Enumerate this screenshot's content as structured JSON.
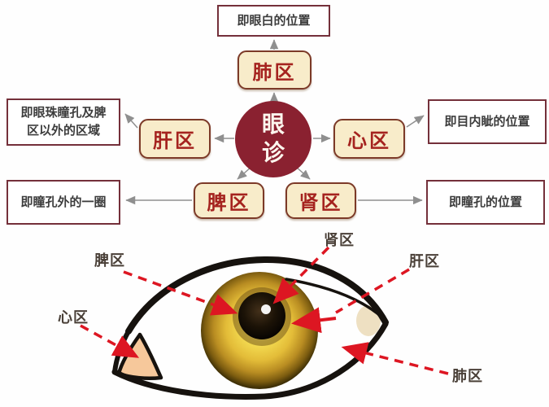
{
  "diagram": {
    "center_label": "眼诊",
    "lung": {
      "label": "肺区",
      "desc": "即眼白的位置"
    },
    "liver": {
      "label": "肝区",
      "desc": "即眼珠瞳孔及脾区以外的区域"
    },
    "heart": {
      "label": "心区",
      "desc": "即目内眦的位置"
    },
    "spleen": {
      "label": "脾区",
      "desc": "即瞳孔外的一圈"
    },
    "kidney": {
      "label": "肾区",
      "desc": "即瞳孔的位置"
    }
  },
  "eye": {
    "labels": {
      "spleen": "脾区",
      "kidney": "肾区",
      "liver": "肝区",
      "heart": "心区",
      "lung": "肺区"
    }
  },
  "colors": {
    "center_circle": "#8a2130",
    "organ_box_bg": "#f8ecca",
    "organ_box_border": "#7c3a28",
    "organ_text": "#a5231f",
    "desc_box_border": "#74303a",
    "connector_gray": "#8f8f8f",
    "arrow_red": "#dd1622",
    "iris_gold": "#e3bc38",
    "canthus_peach": "#f6c89b"
  }
}
